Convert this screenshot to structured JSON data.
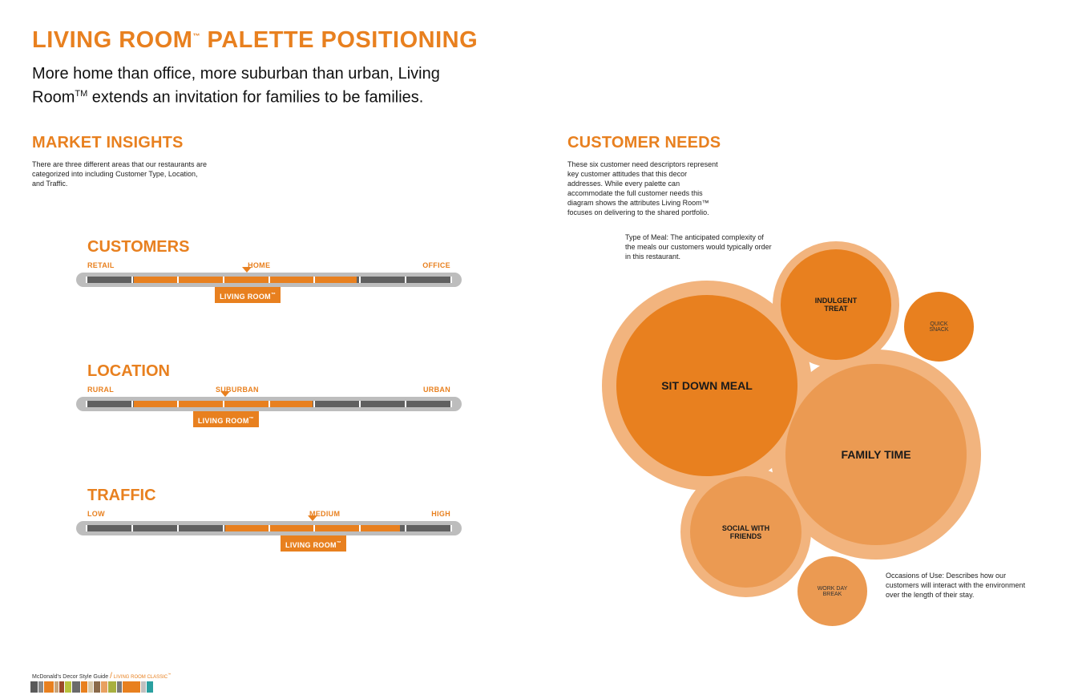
{
  "header": {
    "title": "LIVING ROOM",
    "title_mark": "™",
    "title_rest": " PALETTE POSITIONING",
    "subtitle_a": "More home than office, more suburban than urban, Living Room",
    "subtitle_tm": "TM",
    "subtitle_b": " extends an invitation for families to be families."
  },
  "market_insights": {
    "heading": "MARKET INSIGHTS",
    "body": "There are three different areas that our restaurants are categorized into including Customer Type, Location, and Traffic."
  },
  "scales": [
    {
      "title": "CUSTOMERS",
      "left_label": "RETAIL",
      "mid_label": "HOME",
      "right_label": "OFFICE",
      "tag": "LIVING ROOM",
      "tag_mark": "™",
      "range_start": 0.13,
      "range_end": 0.74,
      "marker": 0.44
    },
    {
      "title": "LOCATION",
      "left_label": "RURAL",
      "mid_label": "SUBURBAN",
      "right_label": "URBAN",
      "tag": "LIVING ROOM",
      "tag_mark": "™",
      "range_start": 0.13,
      "range_end": 0.62,
      "marker": 0.38
    },
    {
      "title": "TRAFFIC",
      "left_label": "LOW",
      "mid_label": "MEDIUM",
      "right_label": "HIGH",
      "tag": "LIVING ROOM",
      "tag_mark": "™",
      "range_start": 0.38,
      "range_end": 0.86,
      "marker": 0.62
    }
  ],
  "customer_needs": {
    "heading": "CUSTOMER NEEDS",
    "body": "These six customer need descriptors represent key customer attitudes that this decor addresses. While every palette can accommodate the full customer needs this diagram shows the attributes Living Room™ focuses on delivering to the shared portfolio.",
    "type_of_meal_note": "Type of Meal: The anticipated complexity of the meals our customers would typically order in this restaurant.",
    "occasions_note": "Occasions of Use: Describes how our customers will interact with the environment over the length of their stay.",
    "bubbles": {
      "sit_down_meal": "SIT DOWN MEAL",
      "indulgent_treat_1": "INDULGENT",
      "indulgent_treat_2": "TREAT",
      "quick_snack_1": "QUICK",
      "quick_snack_2": "SNACK",
      "family_time": "FAMILY TIME",
      "social_1": "SOCIAL WITH",
      "social_2": "FRIENDS",
      "work_day_1": "WORK DAY",
      "work_day_2": "BREAK"
    }
  },
  "footer": {
    "guide": "McDonald's Decor Style Guide",
    "section": "LIVING ROOM CLASSIC",
    "section_mark": "™"
  },
  "colors": {
    "accent": "#e8801f",
    "light_orange": "#f2b47e",
    "mid_orange": "#eb9a52"
  }
}
